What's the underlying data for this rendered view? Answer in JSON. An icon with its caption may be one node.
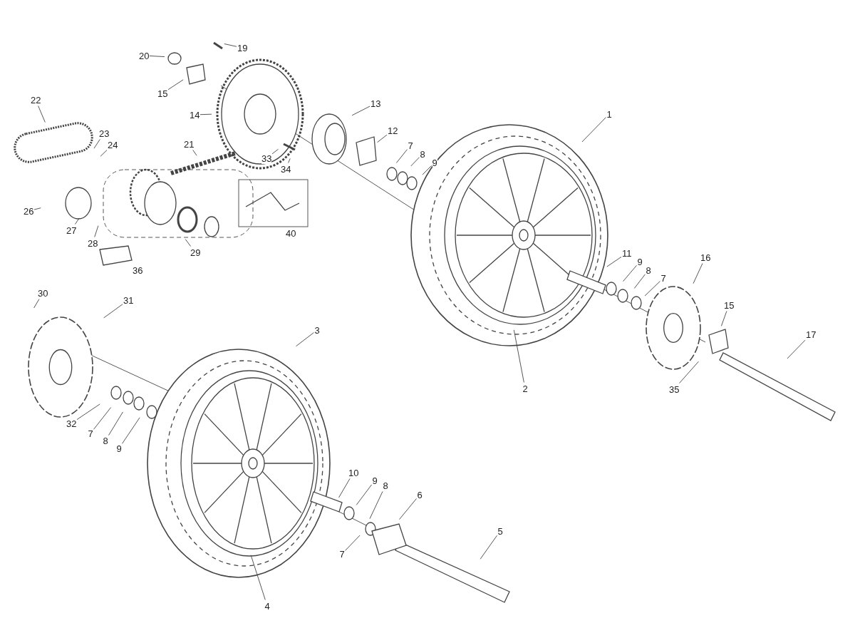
{
  "diagram": {
    "nodes": [
      {
        "text": [
          "20"
        ]
      },
      {
        "text": [
          "19"
        ]
      },
      {
        "text": [
          "15"
        ]
      },
      {
        "text": [
          "22"
        ]
      },
      {
        "text": [
          "14"
        ]
      },
      {
        "text": [
          "13"
        ]
      },
      {
        "text": [
          "1"
        ]
      },
      {
        "text": [
          "12"
        ]
      },
      {
        "text": [
          "23"
        ]
      },
      {
        "text": [
          "24"
        ]
      },
      {
        "text": [
          "21"
        ]
      },
      {
        "text": [
          "7"
        ]
      },
      {
        "text": [
          "8"
        ]
      },
      {
        "text": [
          "9"
        ]
      },
      {
        "text": [
          "33"
        ]
      },
      {
        "text": [
          "34"
        ]
      },
      {
        "text": [
          "26"
        ]
      },
      {
        "text": [
          "27"
        ]
      },
      {
        "text": [
          "28"
        ]
      },
      {
        "text": [
          "29"
        ]
      },
      {
        "text": [
          "11"
        ]
      },
      {
        "text": [
          "9"
        ]
      },
      {
        "text": [
          "8"
        ]
      },
      {
        "text": [
          "7"
        ]
      },
      {
        "text": [
          "16"
        ]
      },
      {
        "text": [
          "30"
        ]
      },
      {
        "text": [
          "31"
        ]
      },
      {
        "text": [
          "3"
        ]
      },
      {
        "text": [
          "15"
        ]
      },
      {
        "text": [
          "17"
        ]
      },
      {
        "text": [
          "2"
        ]
      },
      {
        "text": [
          "35"
        ]
      },
      {
        "text": [
          "32"
        ]
      },
      {
        "text": [
          "7"
        ]
      },
      {
        "text": [
          "8"
        ]
      },
      {
        "text": [
          "9"
        ]
      },
      {
        "text": [
          "10"
        ]
      },
      {
        "text": [
          "9"
        ]
      },
      {
        "text": [
          "8"
        ]
      },
      {
        "text": [
          "6"
        ]
      },
      {
        "text": [
          "5"
        ]
      },
      {
        "text": [
          "7"
        ]
      },
      {
        "text": [
          "4"
        ]
      }
    ],
    "edges": [
      {
        "from": 0,
        "to": null,
        "arrow": "none"
      },
      {
        "from": 1,
        "to": null,
        "arrow": "none"
      },
      {
        "from": 2,
        "to": null,
        "arrow": "none"
      },
      {
        "from": 3,
        "to": null,
        "arrow": "none"
      },
      {
        "from": 4,
        "to": null,
        "arrow": "none"
      },
      {
        "from": 5,
        "to": null,
        "arrow": "none"
      },
      {
        "from": 6,
        "to": null,
        "arrow": "none"
      },
      {
        "from": 7,
        "to": null,
        "arrow": "none"
      },
      {
        "from": 8,
        "to": null,
        "arrow": "none"
      },
      {
        "from": 9,
        "to": null,
        "arrow": "none"
      },
      {
        "from": 10,
        "to": null,
        "arrow": "none"
      },
      {
        "from": 11,
        "to": null,
        "arrow": "none"
      },
      {
        "from": 12,
        "to": null,
        "arrow": "none"
      },
      {
        "from": 13,
        "to": null,
        "arrow": "none"
      },
      {
        "from": 14,
        "to": null,
        "arrow": "none"
      },
      {
        "from": 15,
        "to": null,
        "arrow": "none"
      },
      {
        "from": 16,
        "to": null,
        "arrow": "none"
      },
      {
        "from": 17,
        "to": null,
        "arrow": "none"
      },
      {
        "from": 18,
        "to": null,
        "arrow": "none"
      },
      {
        "from": 19,
        "to": null,
        "arrow": "none"
      },
      {
        "from": 20,
        "to": null,
        "arrow": "none"
      },
      {
        "from": 21,
        "to": null,
        "arrow": "none"
      },
      {
        "from": 22,
        "to": null,
        "arrow": "none"
      },
      {
        "from": 23,
        "to": null,
        "arrow": "none"
      },
      {
        "from": 24,
        "to": null,
        "arrow": "none"
      },
      {
        "from": 25,
        "to": null,
        "arrow": "none"
      },
      {
        "from": 26,
        "to": null,
        "arrow": "none"
      },
      {
        "from": 27,
        "to": null,
        "arrow": "none"
      },
      {
        "from": 28,
        "to": null,
        "arrow": "none"
      },
      {
        "from": 29,
        "to": null,
        "arrow": "none"
      },
      {
        "from": 30,
        "to": null,
        "arrow": "none"
      },
      {
        "from": 31,
        "to": null,
        "arrow": "none"
      },
      {
        "from": 32,
        "to": null,
        "arrow": "none"
      },
      {
        "from": 33,
        "to": null,
        "arrow": "none"
      },
      {
        "from": 34,
        "to": null,
        "arrow": "none"
      },
      {
        "from": 35,
        "to": null,
        "arrow": "none"
      },
      {
        "from": 36,
        "to": null,
        "arrow": "none"
      },
      {
        "from": 37,
        "to": null,
        "arrow": "none"
      },
      {
        "from": 38,
        "to": null,
        "arrow": "none"
      },
      {
        "from": 39,
        "to": null,
        "arrow": "none"
      },
      {
        "from": 40,
        "to": null,
        "arrow": "none"
      },
      {
        "from": 41,
        "to": null,
        "arrow": "none"
      },
      {
        "from": 42,
        "to": null,
        "arrow": "none"
      }
    ],
    "labels": [
      "40",
      "36"
    ]
  }
}
